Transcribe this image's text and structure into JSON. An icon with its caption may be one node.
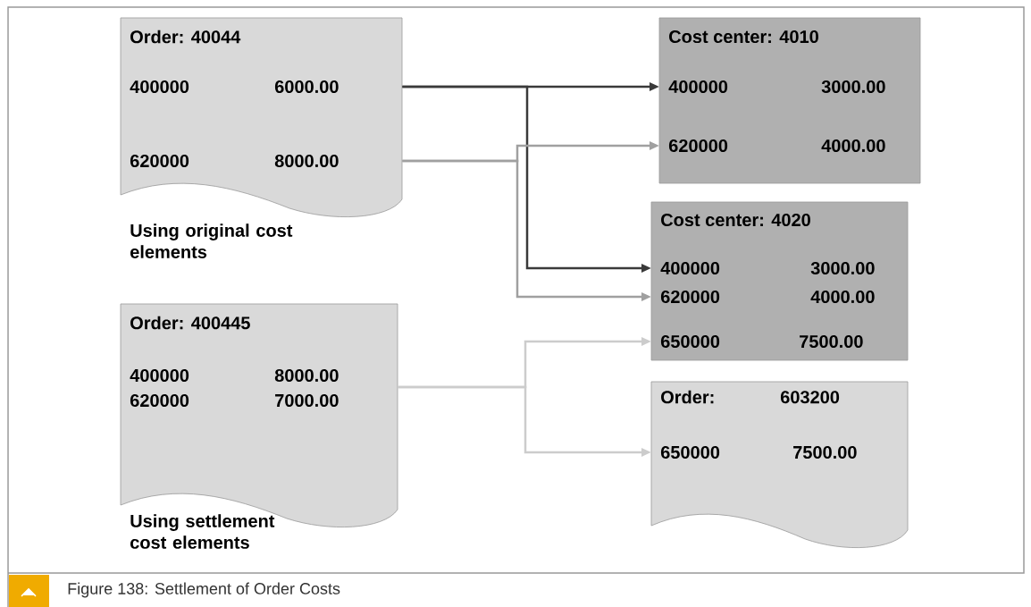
{
  "diagram": {
    "caption": "Figure 138: Settlement of Order Costs",
    "nodes": [
      {
        "text": [
          "Order: 40044"
        ],
        "beside": [
          "Using original cost elements"
        ]
      },
      {
        "text": [
          "400000",
          "6000.00"
        ],
        "in": 0
      },
      {
        "text": [
          "620000",
          "8000.00"
        ],
        "in": 0
      },
      {
        "text": [
          "Cost center: 4010"
        ]
      },
      {
        "text": [
          "400000",
          "3000.00"
        ],
        "in": 3
      },
      {
        "text": [
          "620000",
          "4000.00"
        ],
        "in": 3
      },
      {
        "text": [
          "Cost center: 4020"
        ]
      },
      {
        "text": [
          "400000",
          "3000.00"
        ],
        "in": 6
      },
      {
        "text": [
          "620000",
          "4000.00"
        ],
        "in": 6
      },
      {
        "text": [
          "650000",
          "7500.00"
        ],
        "in": 6
      },
      {
        "text": [
          "Order: 400445"
        ],
        "beside": [
          "Using settlement cost elements"
        ]
      },
      {
        "text": [
          "400000",
          "8000.00"
        ],
        "in": 10
      },
      {
        "text": [
          "620000",
          "7000.00"
        ],
        "in": 10
      },
      {
        "text": [
          "Order:",
          "603200"
        ]
      },
      {
        "text": [
          "650000",
          "7500.00"
        ],
        "in": 13
      }
    ],
    "edges": [
      {
        "from": 1,
        "to": 4,
        "arrow": "to",
        "color": "#3a3a3a"
      },
      {
        "from": 1,
        "to": 7,
        "arrow": "to",
        "color": "#3a3a3a"
      },
      {
        "from": 2,
        "to": 5,
        "arrow": "to",
        "color": "#a0a0a0"
      },
      {
        "from": 2,
        "to": 8,
        "arrow": "to",
        "color": "#a0a0a0"
      },
      {
        "from": 10,
        "to": 9,
        "arrow": "to",
        "color": "#cccccc"
      },
      {
        "from": 10,
        "to": 14,
        "arrow": "to",
        "color": "#cccccc"
      }
    ]
  }
}
